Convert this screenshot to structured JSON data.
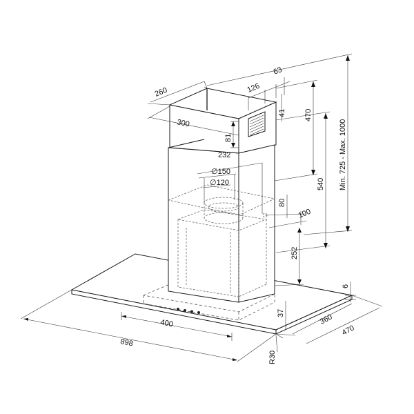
{
  "colors": {
    "line": "#1a1a1a",
    "background": "#ffffff"
  },
  "dimensions": {
    "d260": "260",
    "d126": "126",
    "d63": "63",
    "d41": "41",
    "d470_top": "470",
    "d300": "300",
    "d81": "81",
    "d232": "232",
    "d150": "∅150",
    "d120": "∅120",
    "d540": "540",
    "height_range": "Min. 725 - Max. 1000",
    "d80": "80",
    "d100": "100",
    "d252": "252",
    "d6": "6",
    "d37": "37",
    "d400": "400",
    "d360": "360",
    "d470_depth": "470",
    "d898": "898",
    "r30": "R30"
  }
}
